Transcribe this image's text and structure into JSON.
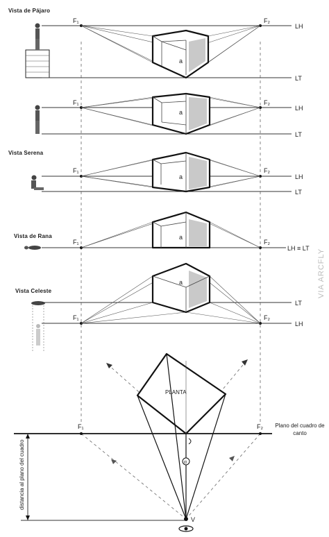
{
  "views": [
    {
      "title": "Vista de Pájaro",
      "f1": "F₁",
      "f2": "F₂",
      "lines": [
        "LH",
        "LT"
      ],
      "face_label": "a"
    },
    {
      "title": "",
      "f1": "F₁",
      "f2": "F₂",
      "lines": [
        "LH",
        "LT"
      ],
      "face_label": "a"
    },
    {
      "title": "Vista Serena",
      "f1": "F₁",
      "f2": "F₂",
      "lines": [
        "LH",
        "LT"
      ],
      "face_label": "a"
    },
    {
      "title": "Vista de Rana",
      "f1": "F₁",
      "f2": "F₂",
      "lines": [
        "LH ≡ LT"
      ],
      "face_label": "a"
    },
    {
      "title": "Vista Celeste",
      "f1": "F₁",
      "f2": "F₂",
      "lines": [
        "LT",
        "LH"
      ],
      "face_label": "a"
    }
  ],
  "plan": {
    "label": "PLANTA",
    "f1": "F₁",
    "f2": "F₂",
    "picture_plane": "Plano del cuadro de canto",
    "distance_label": "distancia al plano del cuadro",
    "angle_label": "α",
    "viewpoint": "V"
  },
  "watermark": "VIA ARCFLY",
  "colors": {
    "ink": "#1a1a1a",
    "shade": "#c9c9c9",
    "paper": "#ffffff"
  }
}
